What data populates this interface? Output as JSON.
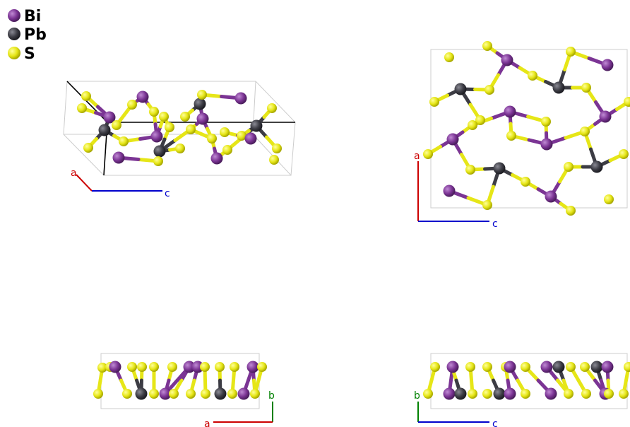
{
  "legend": {
    "items": [
      {
        "label": "Bi",
        "color": "#7b3494"
      },
      {
        "label": "Pb",
        "color": "#3c3c44"
      },
      {
        "label": "S",
        "color": "#e6e617"
      }
    ]
  },
  "colors": {
    "Bi": "#7b3494",
    "Pb": "#3c3c44",
    "S": "#e6e617",
    "axis_a": "#cc0000",
    "axis_b": "#008000",
    "axis_c": "#0000cc"
  },
  "views": {
    "perspective": {
      "axis1": "a",
      "axis2": "c"
    },
    "top": {
      "axis1": "a",
      "axis2": "c"
    },
    "front": {
      "axis1": "b",
      "axis2": "a"
    },
    "side": {
      "axis1": "b",
      "axis2": "c"
    }
  }
}
